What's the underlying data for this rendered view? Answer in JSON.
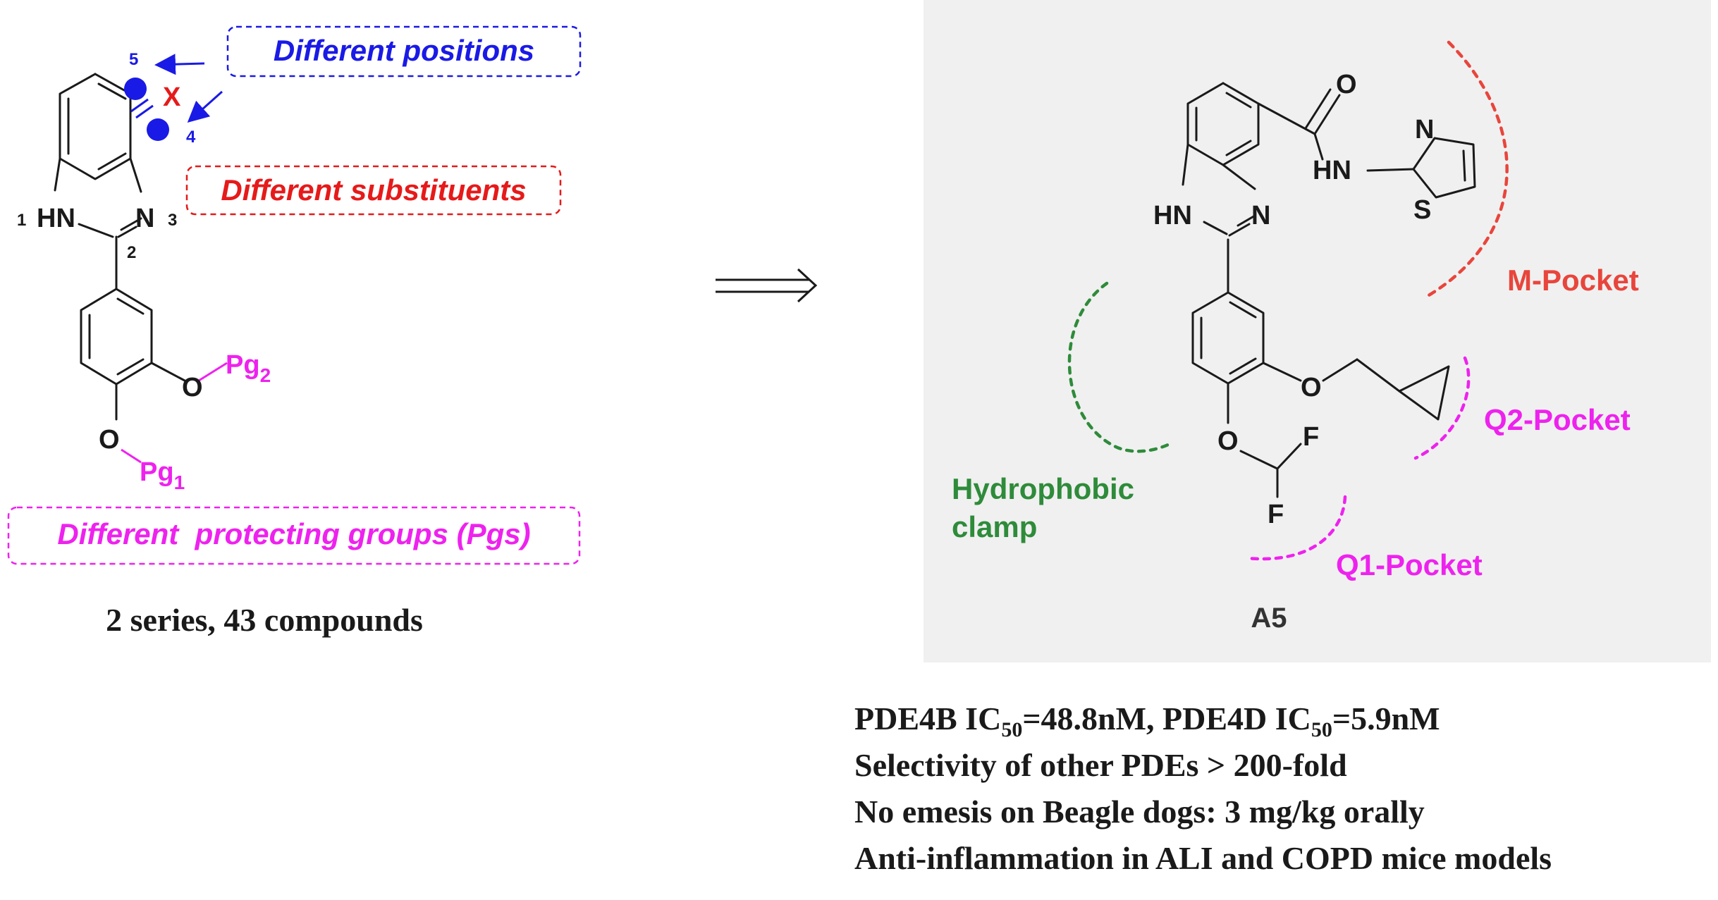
{
  "colors": {
    "blue": "#1a1ae6",
    "red": "#e61a1a",
    "magenta": "#ee22ee",
    "green": "#2e8b3a",
    "pocket_red": "#e8453c",
    "panel_bg": "#f0f0f0",
    "ink": "#1a1a1a"
  },
  "left": {
    "labels": {
      "positions": "Different positions",
      "substituents": "Different substituents",
      "protecting_groups": "Different  protecting groups (Pgs)"
    },
    "numbers": {
      "n1": "1",
      "n2": "2",
      "n3": "3",
      "n4": "4",
      "n5": "5"
    },
    "atoms": {
      "hn": "HN",
      "n": "N",
      "x": "X",
      "o_upper": "O",
      "o_lower": "O",
      "pg": "Pg",
      "sub2": "2",
      "sub1": "1"
    },
    "series_text": "2 series, 43 compounds"
  },
  "right": {
    "atoms": {
      "o_carbonyl": "O",
      "hn_amide": "HN",
      "n_thiazole": "N",
      "s_thiazole": "S",
      "hn_ring": "HN",
      "n_ring": "N",
      "o_ether": "O",
      "o_difluoro": "O",
      "f1": "F",
      "f2": "F"
    },
    "pockets": {
      "m": "M-Pocket",
      "q2": "Q2-Pocket",
      "q1": "Q1-Pocket",
      "clamp_line1": "Hydrophobic",
      "clamp_line2": "clamp"
    },
    "compound_name": "A5"
  },
  "results": {
    "line1": {
      "a": "PDE4B IC",
      "sub_a": "50",
      "b": "=48.8nM, PDE4D IC",
      "sub_b": "50",
      "c": "=5.9nM"
    },
    "line2": "Selectivity of other PDEs > 200-fold",
    "line3": "No emesis on Beagle dogs: 3 mg/kg orally",
    "line4": "Anti-inflammation in ALI and COPD mice models"
  }
}
